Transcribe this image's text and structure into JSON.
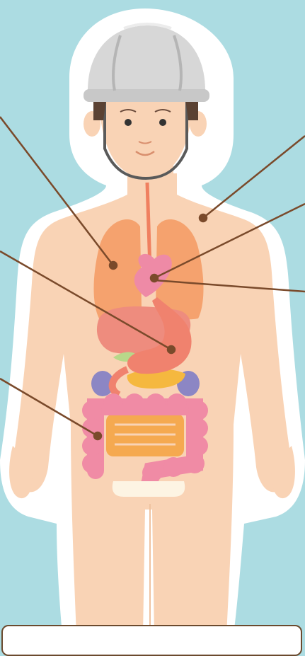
{
  "scene": {
    "description_kind": "illustration",
    "figure": "human-body-organ-diagram",
    "headwear": "safety-helmet"
  },
  "organs": [
    {
      "name": "lungs",
      "pointer": "leader-line-lungs"
    },
    {
      "name": "heart",
      "pointer": "leader-line-heart"
    },
    {
      "name": "stomach",
      "pointer": "leader-line-stomach"
    },
    {
      "name": "large-intestine",
      "pointer": "leader-line-large-intestine"
    },
    {
      "name": "liver",
      "pointer": null
    },
    {
      "name": "small-intestine",
      "pointer": null
    },
    {
      "name": "kidneys",
      "pointer": null
    },
    {
      "name": "pancreas",
      "pointer": null
    },
    {
      "name": "esophagus",
      "pointer": null
    },
    {
      "name": "bladder",
      "pointer": null
    }
  ],
  "colors": {
    "background": "#ACDCE2",
    "outline": "#FFFFFF",
    "skin": "#F9D3B5",
    "leader_line": "#7A4A2B",
    "lungs": "#F5A26E",
    "heart": "#EE8AA6",
    "liver": "#EE8C7E",
    "stomach": "#F0826E",
    "intestine": "#F08BA5",
    "small_intestine": "#F5A950",
    "kidney": "#8C86C4",
    "helmet": "#D7D7D7"
  }
}
